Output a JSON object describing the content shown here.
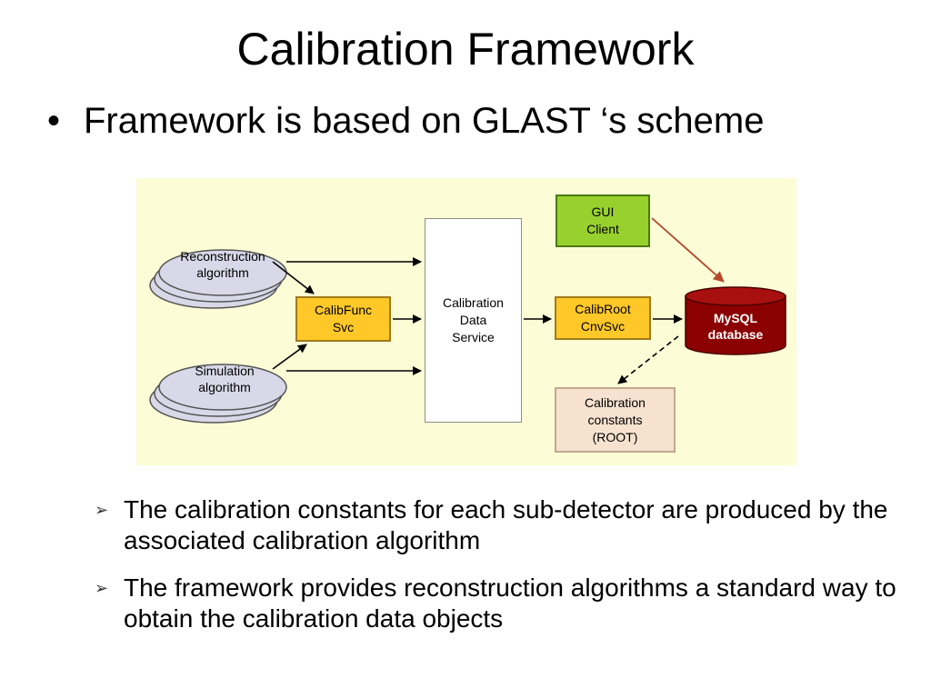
{
  "slide": {
    "title": "Calibration Framework",
    "bullet_main": {
      "marker": "•",
      "text": "Framework is based on GLAST ‘s scheme"
    },
    "sub_bullet_marker": "➢",
    "sub_bullets": [
      {
        "text": "The calibration constants for each sub-detector are produced by the associated calibration algorithm"
      },
      {
        "text": "The framework provides reconstruction algorithms a standard way to obtain the calibration data objects"
      }
    ]
  },
  "diagram": {
    "colors": {
      "background": "#fcfcd6",
      "orange_box": "#ffc828",
      "green_box": "#98d12e",
      "database": "#8b0000",
      "constants_box": "#f6e2cf",
      "ellipse": "#d8d8e8",
      "arrow_red": "#b5482b"
    },
    "nodes": {
      "reconstruction_algorithm": "Reconstruction\nalgorithm",
      "simulation_algorithm": "Simulation\nalgorithm",
      "calibfunc_svc": "CalibFunc\nSvc",
      "calibration_data_service": "Calibration\nData\nService",
      "gui_client": "GUI\nClient",
      "calibroot_cnvsvc": "CalibRoot\nCnvSvc",
      "mysql_database": "MySQL\ndatabase",
      "calibration_constants": "Calibration\nconstants\n(ROOT)"
    }
  }
}
